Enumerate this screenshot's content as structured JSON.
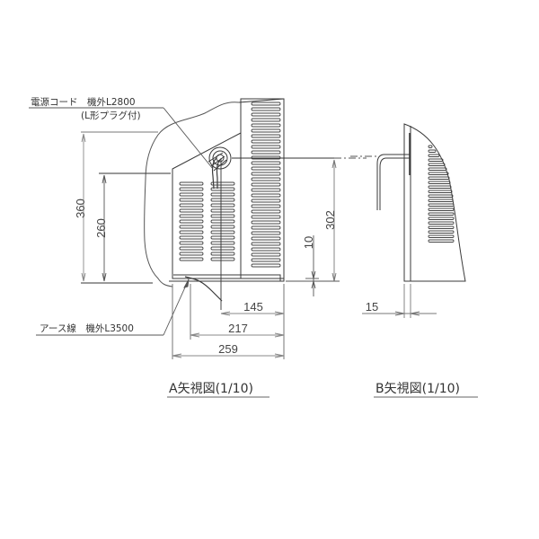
{
  "drawing": {
    "view_a": {
      "title": "A矢視図(1/10)",
      "callouts": {
        "power_cord": "電源コード　機外L2800",
        "power_cord_note": "(L形プラグ付)",
        "earth_wire": "アース線　機外L3500"
      },
      "dimensions": {
        "height_total": "360",
        "height_cord": "260",
        "height_right": "302",
        "foot_gap": "10",
        "width_145": "145",
        "width_217": "217",
        "width_259": "259"
      }
    },
    "view_b": {
      "title": "B矢視図(1/10)",
      "dimensions": {
        "depth_15": "15"
      }
    }
  },
  "colors": {
    "line": "#3a3a3a",
    "dim_line": "#8a8a8a",
    "title_underline": "#999999"
  }
}
